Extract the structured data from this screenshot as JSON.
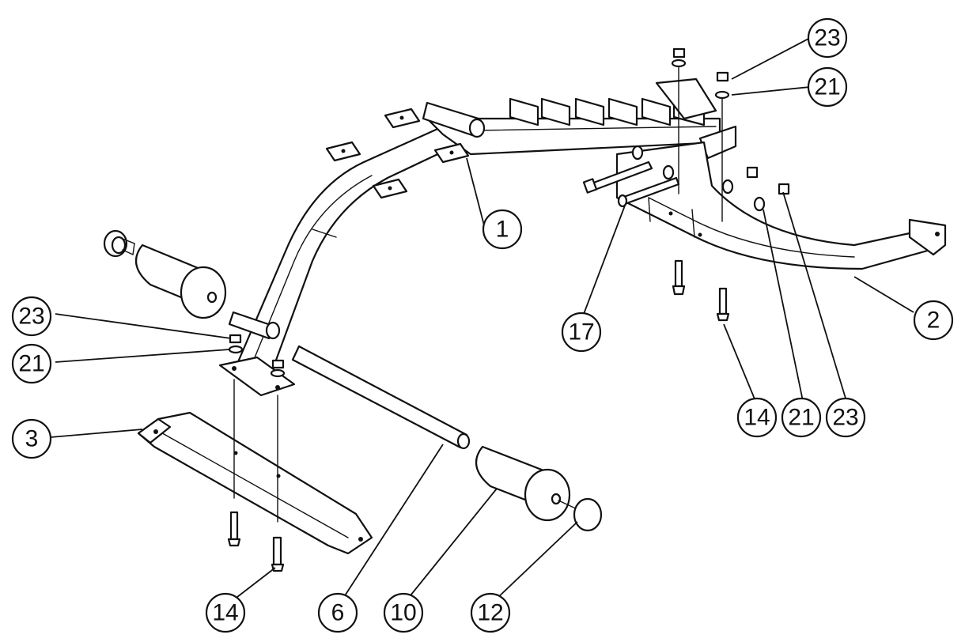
{
  "diagram": {
    "balloons": [
      {
        "id": "b-23-top",
        "label": "23"
      },
      {
        "id": "b-21-top",
        "label": "21"
      },
      {
        "id": "b-1",
        "label": "1"
      },
      {
        "id": "b-2",
        "label": "2"
      },
      {
        "id": "b-17",
        "label": "17"
      },
      {
        "id": "b-14-right",
        "label": "14"
      },
      {
        "id": "b-21-right",
        "label": "21"
      },
      {
        "id": "b-23-right",
        "label": "23"
      },
      {
        "id": "b-23-left",
        "label": "23"
      },
      {
        "id": "b-21-left",
        "label": "21"
      },
      {
        "id": "b-3",
        "label": "3"
      },
      {
        "id": "b-14-bottom",
        "label": "14"
      },
      {
        "id": "b-6",
        "label": "6"
      },
      {
        "id": "b-10",
        "label": "10"
      },
      {
        "id": "b-12",
        "label": "12"
      }
    ]
  }
}
